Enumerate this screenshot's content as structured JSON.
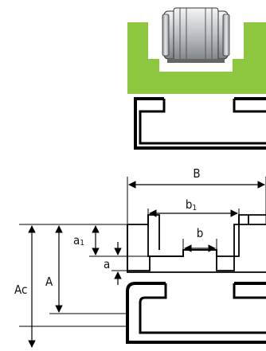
{
  "labels": {
    "B": "B",
    "b1_main": "b",
    "b1_sub": "1",
    "b": "b",
    "a1_main": "a",
    "a1_sub": "1",
    "a": "a",
    "A": "A",
    "Ac": "Ac"
  },
  "colors": {
    "profile_green": "#8dc63f",
    "roller_body": "#c7c9cc",
    "outline": "#000000"
  },
  "icons": {
    "roller": "roller-carriage-icon"
  }
}
